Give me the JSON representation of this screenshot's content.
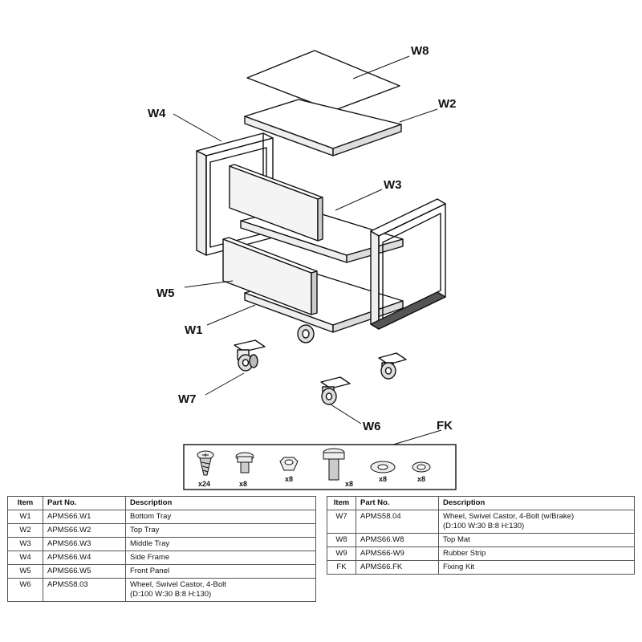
{
  "callouts": {
    "w8": "W8",
    "w2": "W2",
    "w4": "W4",
    "w3": "W3",
    "w5": "W5",
    "w1": "W1",
    "w7": "W7",
    "w6": "W6",
    "fk": "FK"
  },
  "fixing_kit": {
    "quantities": [
      "x24",
      "x8",
      "x8",
      "x8",
      "x8",
      "x8"
    ]
  },
  "parts_table": {
    "headers": {
      "item": "Item",
      "part_no": "Part No.",
      "description": "Description"
    },
    "left_rows": [
      {
        "item": "W1",
        "part_no": "APMS66.W1",
        "description": "Bottom Tray",
        "description2": ""
      },
      {
        "item": "W2",
        "part_no": "APMS66.W2",
        "description": "Top Tray",
        "description2": ""
      },
      {
        "item": "W3",
        "part_no": "APMS66.W3",
        "description": "Middle Tray",
        "description2": ""
      },
      {
        "item": "W4",
        "part_no": "APMS66.W4",
        "description": "Side Frame",
        "description2": ""
      },
      {
        "item": "W5",
        "part_no": "APMS66.W5",
        "description": "Front Panel",
        "description2": ""
      },
      {
        "item": "W6",
        "part_no": "APMS58.03",
        "description": "Wheel, Swivel Castor, 4-Bolt",
        "description2": "(D:100 W:30 B:8 H:130)"
      }
    ],
    "right_rows": [
      {
        "item": "W7",
        "part_no": "APMS58.04",
        "description": "Wheel, Swivel Castor, 4-Bolt (w/Brake)",
        "description2": "(D:100 W:30 B:8 H:130)"
      },
      {
        "item": "W8",
        "part_no": "APMS66.W8",
        "description": "Top Mat",
        "description2": ""
      },
      {
        "item": "W9",
        "part_no": "APMS66-W9",
        "description": "Rubber Strip",
        "description2": ""
      },
      {
        "item": "FK",
        "part_no": "APMS66.FK",
        "description": "Fixing Kit",
        "description2": ""
      }
    ]
  }
}
